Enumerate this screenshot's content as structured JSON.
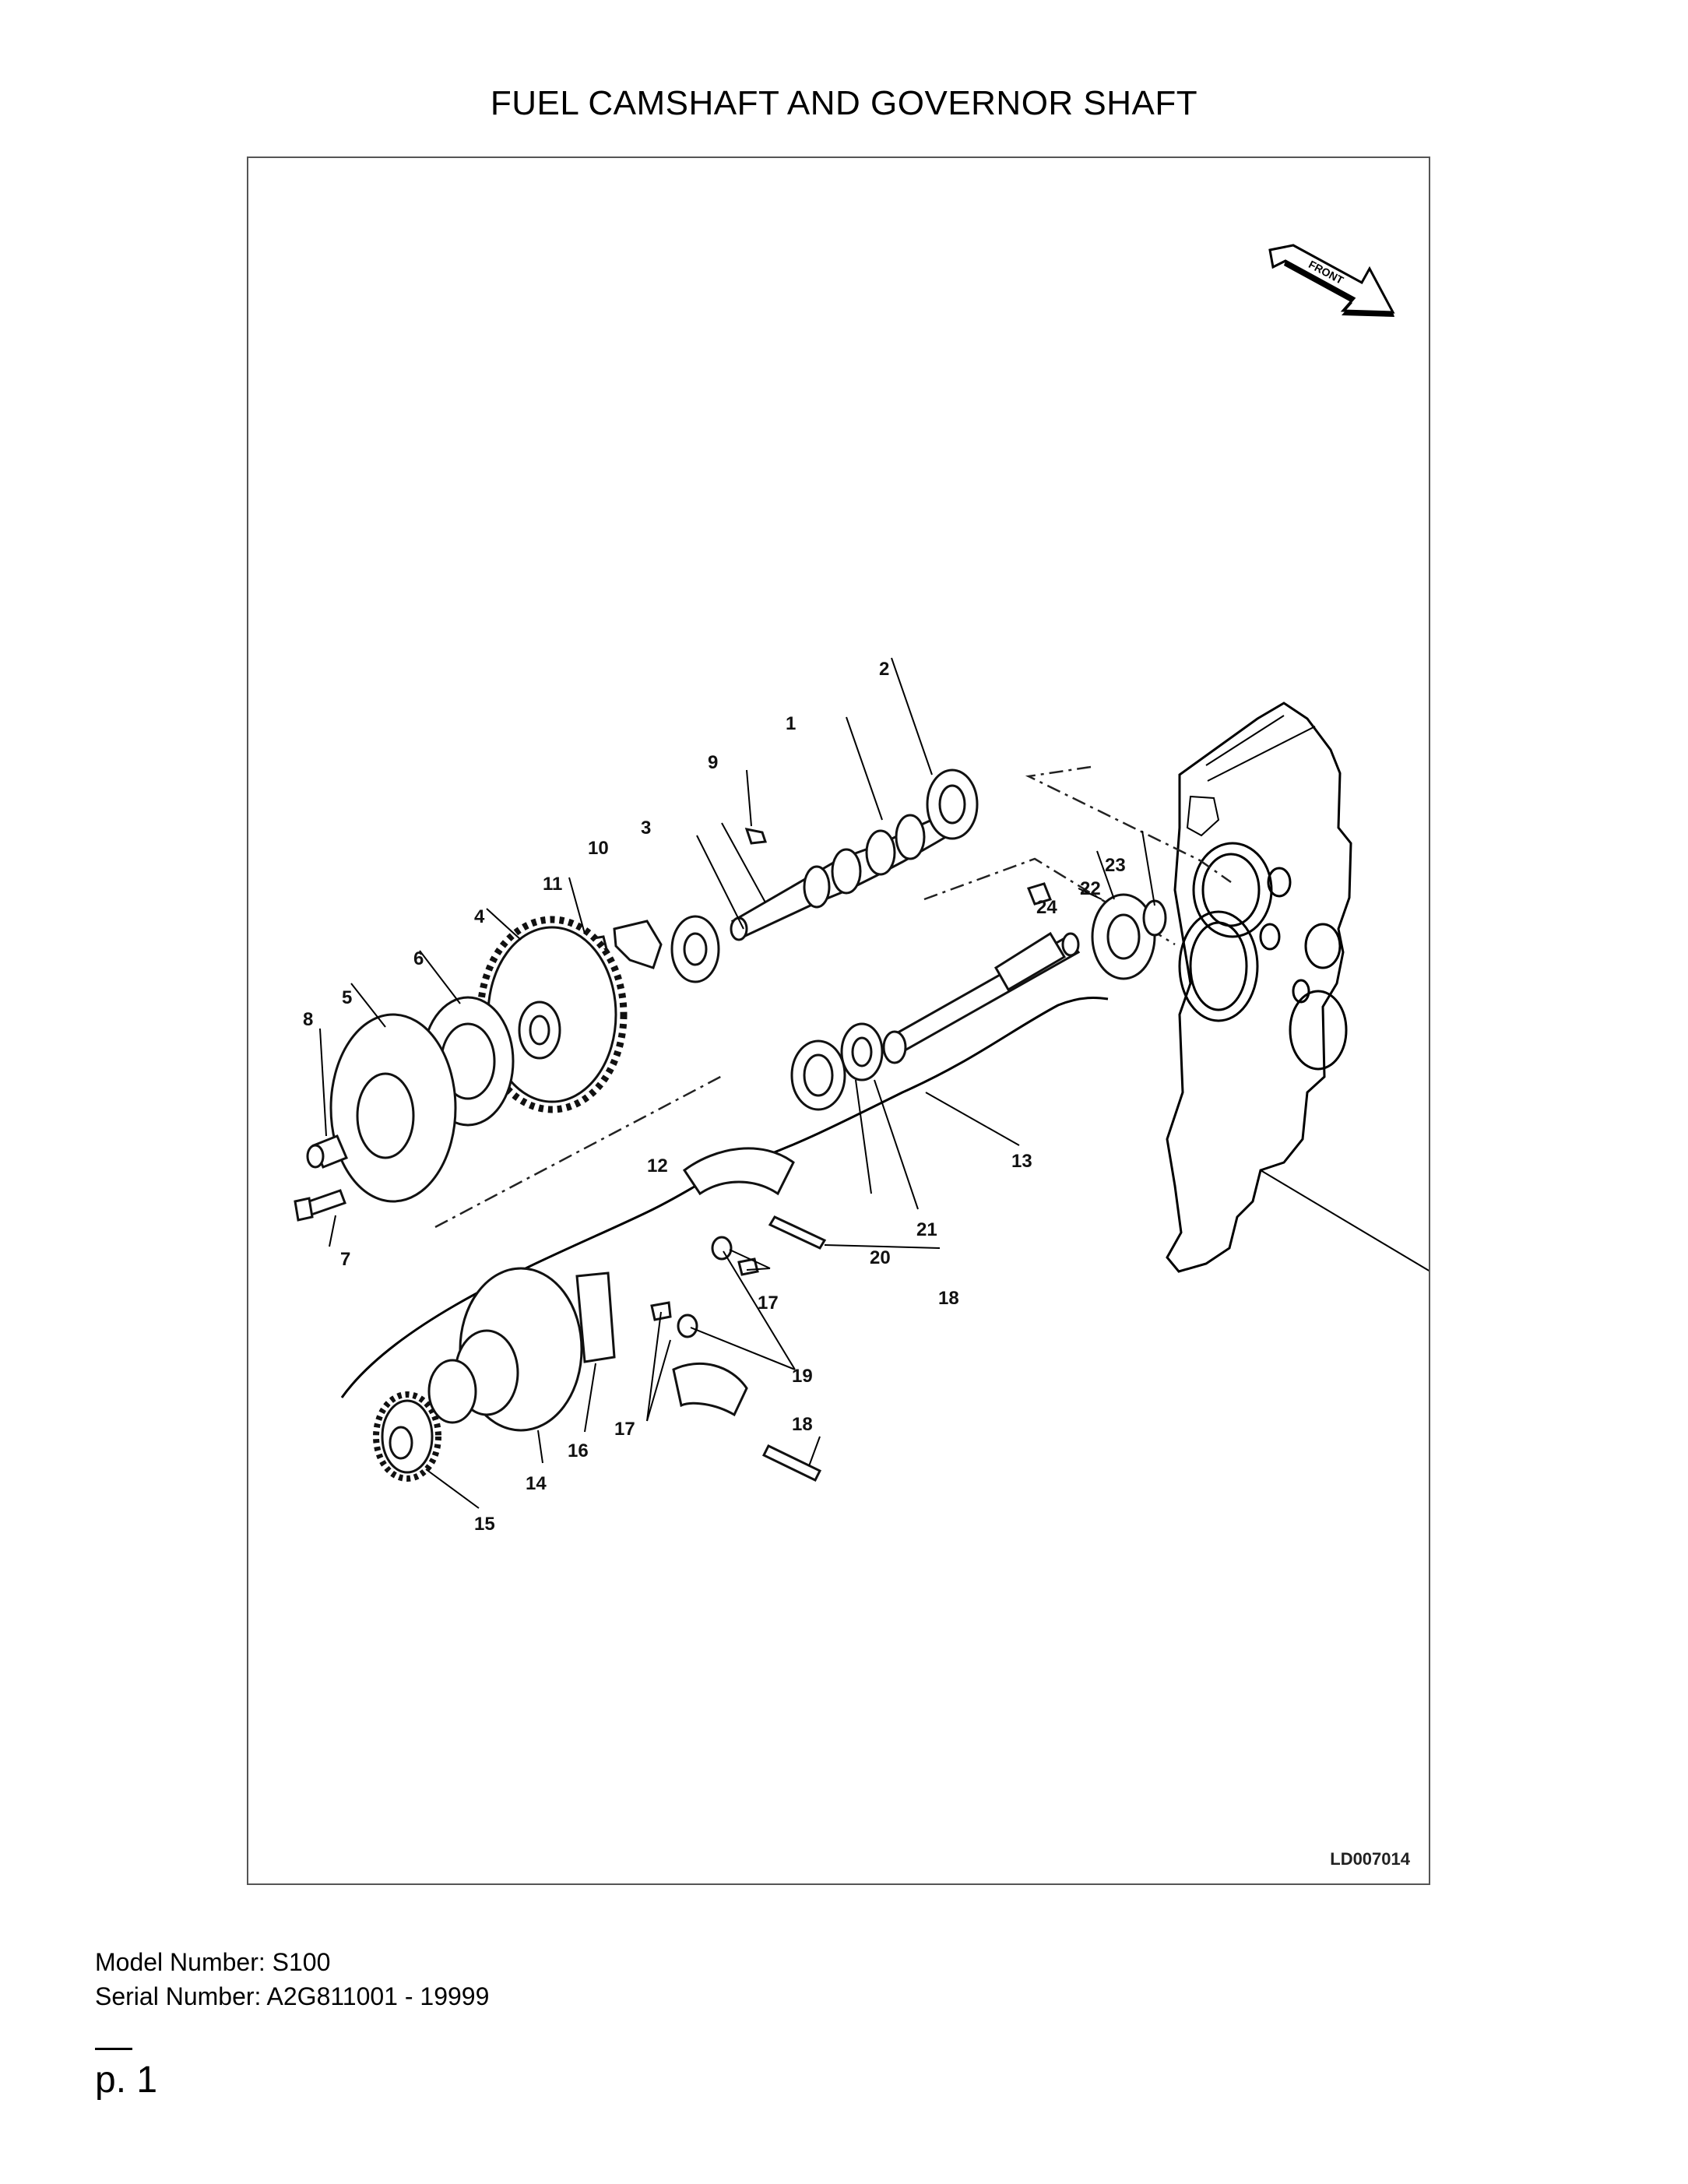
{
  "page_title": "FUEL CAMSHAFT AND GOVERNOR SHAFT",
  "figure": {
    "figure_id": "LD007014",
    "front_arrow_label": "FRONT",
    "callouts": [
      "1",
      "2",
      "3",
      "4",
      "5",
      "6",
      "7",
      "8",
      "9",
      "10",
      "11",
      "12",
      "13",
      "14",
      "15",
      "16",
      "17",
      "17",
      "18",
      "18",
      "19",
      "20",
      "21",
      "22",
      "23",
      "24"
    ]
  },
  "footer": {
    "model_number": "Model Number: S100",
    "serial_number": "Serial Number: A2G811001 - 19999",
    "page_number": "p. 1"
  }
}
